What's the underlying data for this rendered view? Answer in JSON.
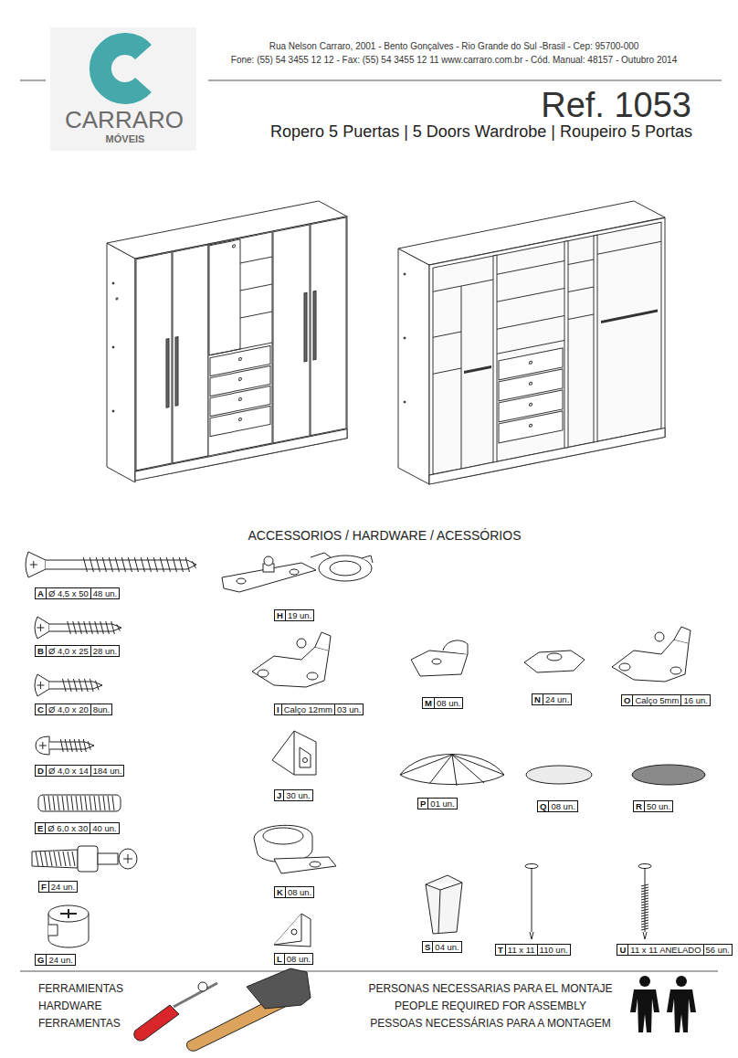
{
  "diagram": {
    "title": "Ref. 1053",
    "nodes": [
      {
        "text": [
          "A",
          "Ø 4,5 x 50",
          "48 un."
        ]
      },
      {
        "text": [
          "B",
          "Ø 4,0 x 25",
          "28 un."
        ]
      },
      {
        "text": [
          "C",
          "Ø 4,0 x 20",
          "8un."
        ]
      },
      {
        "text": [
          "D",
          "Ø 4,0 x 14",
          "184 un."
        ]
      },
      {
        "text": [
          "E",
          "Ø 6,0 x 30",
          "40 un."
        ]
      },
      {
        "text": [
          "F",
          "24 un."
        ]
      },
      {
        "text": [
          "G",
          "24 un."
        ]
      },
      {
        "text": [
          "H",
          "19 un."
        ]
      },
      {
        "text": [
          "I",
          "Calço 12mm",
          "03 un."
        ]
      },
      {
        "text": [
          "J",
          "30 un."
        ]
      },
      {
        "text": [
          "K",
          "08 un."
        ]
      },
      {
        "text": [
          "L",
          "08 un."
        ]
      },
      {
        "text": [
          "M",
          "08 un."
        ]
      },
      {
        "text": [
          "N",
          "24 un."
        ]
      },
      {
        "text": [
          "O",
          "Calço 5mm",
          "16 un."
        ]
      },
      {
        "text": [
          "P",
          "01 un."
        ]
      },
      {
        "text": [
          "Q",
          "08 un."
        ]
      },
      {
        "text": [
          "R",
          "50 un."
        ]
      },
      {
        "text": [
          "S",
          "04 un."
        ]
      },
      {
        "text": [
          "T",
          "11 x 11",
          "110 un."
        ]
      },
      {
        "text": [
          "U",
          "11 x 11 ANELADO",
          "56 un."
        ]
      }
    ],
    "labels": [
      "Rua Nelson Carraro, 2001 - Bento Gonçalves - Rio Grande do Sul -Brasil - Cep: 95700-000",
      "Fone: (55) 54 3455 12 12 - Fax: (55) 54 3455 12 11 www.carraro.com.br - Cód. Manual: 48157 - Outubro 2014",
      "CARRARO",
      "MÓVEIS",
      "Ropero 5 Puertas | 5 Doors Wardrobe | Roupeiro 5 Portas",
      "ACCESSORIOS / HARDWARE / ACESSÓRIOS",
      "FERRAMIENTAS",
      "HARDWARE",
      "FERRAMENTAS",
      "PERSONAS NECESSARIAS PARA EL MONTAJE",
      "PEOPLE REQUIRED FOR ASSEMBLY",
      "PESSOAS NECESSÁRIAS PARA A MONTAGEM"
    ]
  }
}
